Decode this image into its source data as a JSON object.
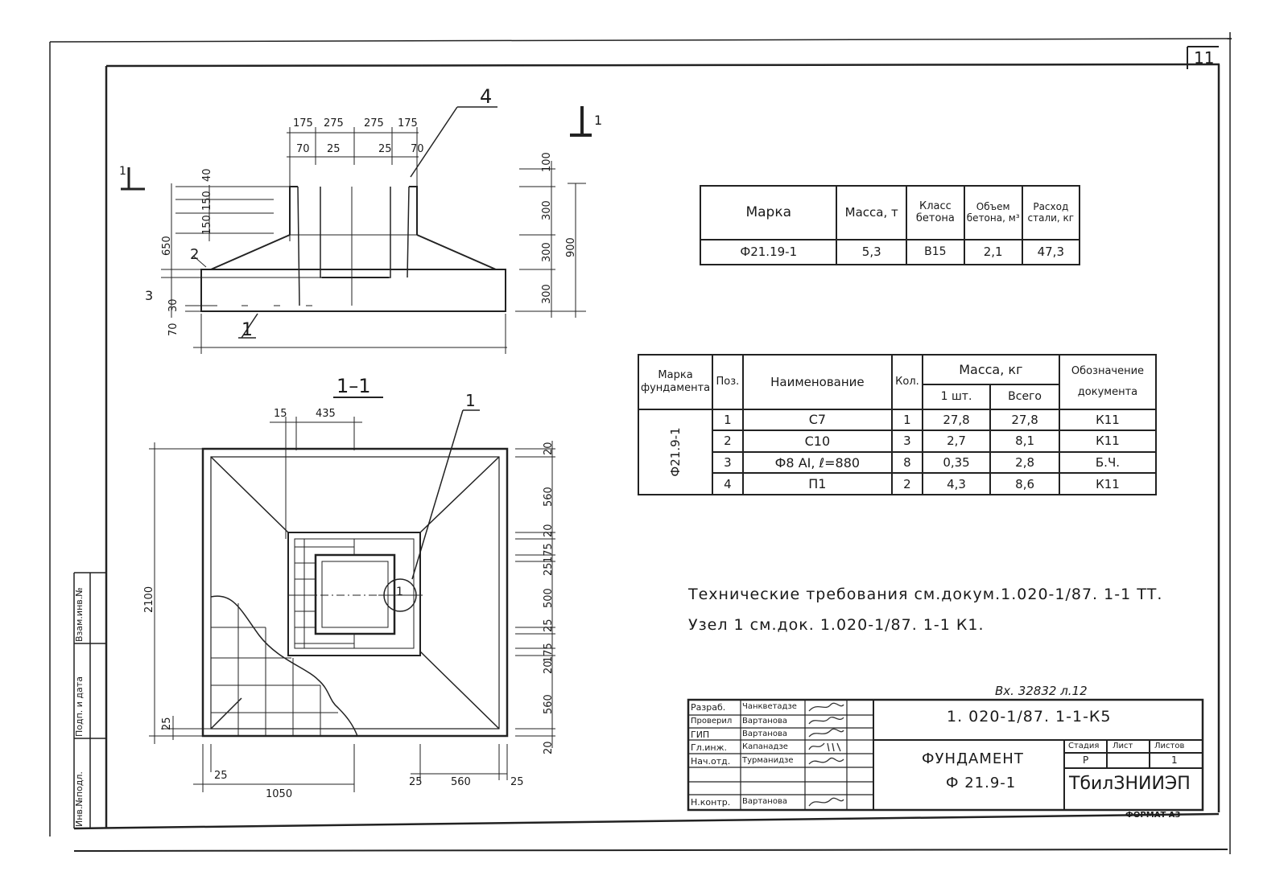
{
  "sheet": {
    "sheet_number": "11",
    "format": "ФОРМАТ А3",
    "vx_note": "Вх. 32832 л.12"
  },
  "elevation": {
    "callout_4": "4",
    "callout_1": "1",
    "callout_2": "2",
    "callout_3": "3",
    "section_mark": "1",
    "section_mark_left": "1",
    "dims_top_row1": [
      "175",
      "275",
      "275",
      "175"
    ],
    "dims_top_row2": [
      "70",
      "25",
      "25",
      "70"
    ],
    "dims_right": [
      "100",
      "300",
      "300",
      "300"
    ],
    "dim_total_height": "900",
    "dims_left": [
      "40",
      "150",
      "150",
      "650"
    ],
    "dims_left_bottom": [
      "70",
      "30"
    ]
  },
  "plan": {
    "title": "1–1",
    "callout_1": "1",
    "dims_top": [
      "15",
      "435"
    ],
    "dims_right": [
      "20",
      "560",
      "20",
      "175",
      "25",
      "500",
      "25",
      "175",
      "20",
      "560",
      "20"
    ],
    "dim_total": "2100",
    "dims_bottom": [
      "25",
      "1050",
      "25",
      "560",
      "25"
    ],
    "dim_left_small": "25",
    "node_mark": "1"
  },
  "table1": {
    "headers": [
      "Марка",
      "Масса, т",
      "Класс бетона",
      "Объем бетона, м³",
      "Расход стали, кг"
    ],
    "row": [
      "Ф21.19-1",
      "5,3",
      "В15",
      "2,1",
      "47,3"
    ]
  },
  "table2": {
    "h_mark": "Марка фундамента",
    "h_pos": "Поз.",
    "h_name": "Наименование",
    "h_qty": "Кол.",
    "h_mass": "Масса, кг",
    "h_mass_1": "1 шт.",
    "h_mass_all": "Всего",
    "h_doc": "Обозначение документа",
    "mark": "Ф21.9-1",
    "rows": [
      {
        "pos": "1",
        "name": "С7",
        "qty": "1",
        "m1": "27,8",
        "mall": "27,8",
        "doc": "К11"
      },
      {
        "pos": "2",
        "name": "С10",
        "qty": "3",
        "m1": "2,7",
        "mall": "8,1",
        "doc": "К11"
      },
      {
        "pos": "3",
        "name": "Ф8 АI, ℓ=880",
        "qty": "8",
        "m1": "0,35",
        "mall": "2,8",
        "doc": "Б.Ч."
      },
      {
        "pos": "4",
        "name": "П1",
        "qty": "2",
        "m1": "4,3",
        "mall": "8,6",
        "doc": "К11"
      }
    ]
  },
  "notes": {
    "line1": "Технические требования см.докум.1.020-1/87. 1-1 ТТ.",
    "line2": "Узел 1 см.док. 1.020-1/87. 1-1 К1."
  },
  "titleblock": {
    "code": "1. 020-1/87. 1-1-К5",
    "name_line1": "ФУНДАМЕНТ",
    "name_line2": "Ф 21.9-1",
    "stage_h": "Стадия",
    "sheet_h": "Лист",
    "sheets_h": "Листов",
    "stage": "Р",
    "sheets": "1",
    "org": "ТбилЗНИИЭП",
    "roles": [
      {
        "role": "Разраб.",
        "name": "Чанкветадзе"
      },
      {
        "role": "Проверил",
        "name": "Вартанова"
      },
      {
        "role": "ГИП",
        "name": "Вартанова"
      },
      {
        "role": "Гл.инж.",
        "name": "Капанадзе"
      },
      {
        "role": "Нач.отд.",
        "name": "Турманидзе"
      },
      {
        "role": "",
        "name": ""
      },
      {
        "role": "Н.контр.",
        "name": "Вартанова"
      }
    ],
    "side_stamp": [
      "Инв.№подл.",
      "Подп. и дата",
      "Взам.инв.№"
    ]
  }
}
